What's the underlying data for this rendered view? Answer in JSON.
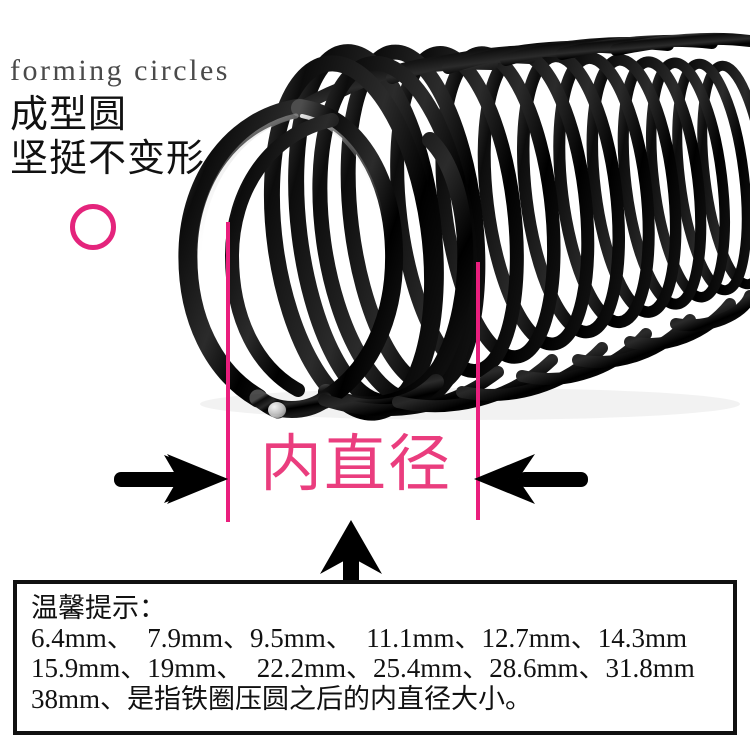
{
  "meta": {
    "background_color": "#ffffff",
    "accent_pink": "#ea1e7d",
    "label_pink": "#ea3d7e",
    "ink_black": "#111111",
    "eng_gray": "#4a4a4a",
    "subject": "black-spiral-binding-coil"
  },
  "headline": {
    "english": "forming circles",
    "chinese_line1": "成型圆",
    "chinese_line2": "坚挺不变形"
  },
  "markers": {
    "ring_icon": "pink-circle-icon",
    "left_measure_line": "pink-vertical-line",
    "right_measure_line": "pink-vertical-line",
    "left_arrow": "arrow-right-icon",
    "right_arrow": "arrow-left-icon",
    "up_arrow": "arrow-up-icon"
  },
  "diameter_label": {
    "text": "内直径"
  },
  "note": {
    "title": "温馨提示：",
    "line1": "6.4mm、  7.9mm、9.5mm、  11.1mm、12.7mm、14.3mm",
    "line2": "15.9mm、19mm、  22.2mm、25.4mm、28.6mm、31.8mm",
    "line3": "38mm、是指铁圈压圆之后的内直径大小。",
    "sizes_mm": [
      6.4,
      7.9,
      9.5,
      11.1,
      12.7,
      14.3,
      15.9,
      19,
      22.2,
      25.4,
      28.6,
      31.8,
      38
    ]
  }
}
